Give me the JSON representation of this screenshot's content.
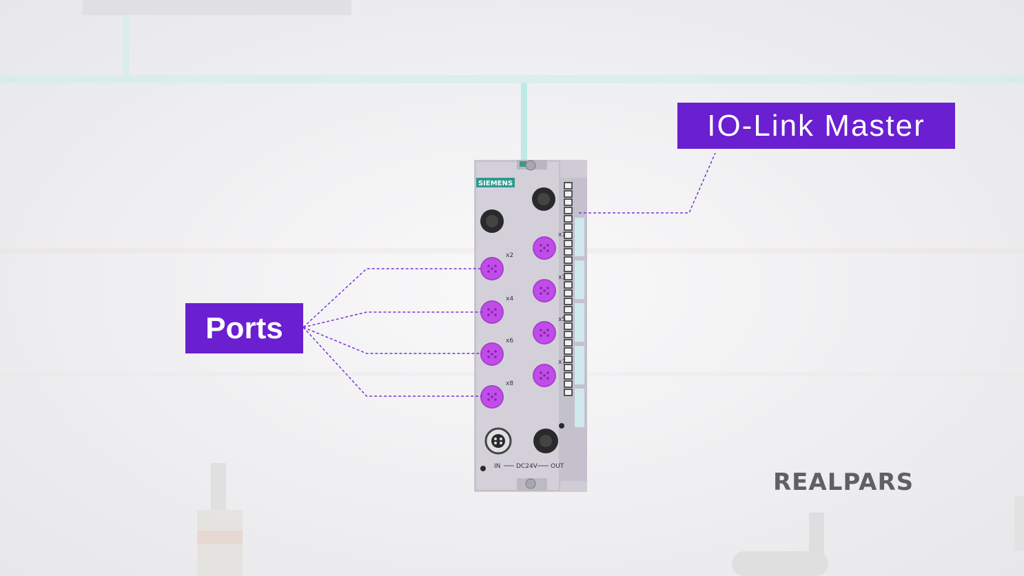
{
  "labels": {
    "master": "IO-Link Master",
    "ports": "Ports"
  },
  "device": {
    "brand": "SIEMENS",
    "port_labels": [
      "x1",
      "x2",
      "x3",
      "x4",
      "x5",
      "x6",
      "x7",
      "x8"
    ],
    "power_in": "IN",
    "power_mid": "DC24V",
    "power_out": "OUT"
  },
  "logo": "REALPARS",
  "colors": {
    "label_bg": "#6a1fd1",
    "label_text": "#ffffff",
    "leader_line": "#7a2fd6",
    "port_connector": "#c04de8",
    "device_body": "#c9c6d1",
    "network_line": "#a8e3de"
  }
}
